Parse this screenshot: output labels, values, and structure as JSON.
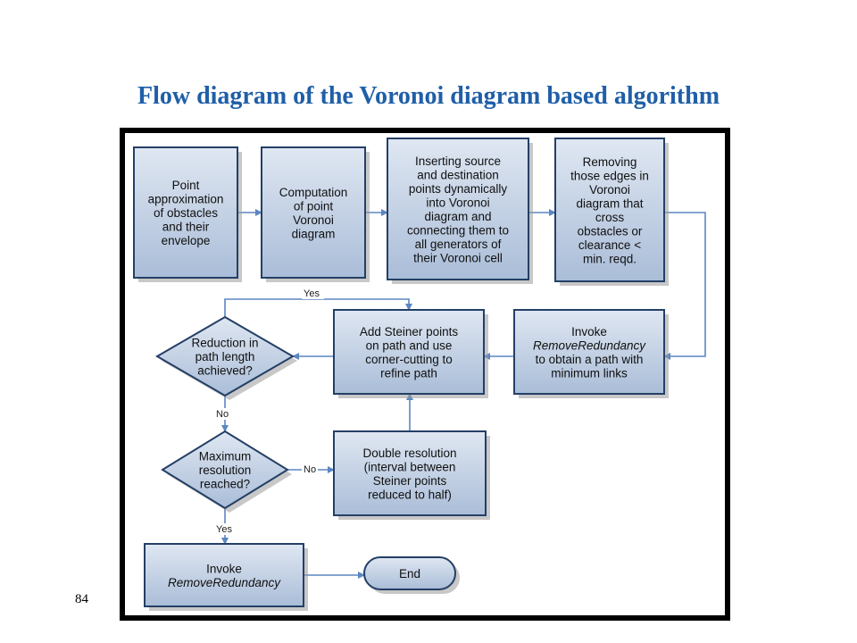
{
  "slide": {
    "title": "Flow diagram of the Voronoi diagram based algorithm",
    "page_number": "84"
  },
  "colors": {
    "title": "#1f5fa8",
    "box_fill_top": "#dfe7f2",
    "box_fill_bottom": "#aabdd8",
    "box_border": "#243f66",
    "arrow": "#5b86c2",
    "frame": "#000000"
  },
  "diagram": {
    "nodes": [
      {
        "id": "point-approx",
        "shape": "rect",
        "lines": [
          "Point",
          "approximation",
          "of obstacles",
          "and their",
          "envelope"
        ]
      },
      {
        "id": "compute-voronoi",
        "shape": "rect",
        "lines": [
          "Computation",
          "of point",
          "Voronoi",
          "diagram"
        ]
      },
      {
        "id": "insert-source",
        "shape": "rect",
        "lines": [
          "Inserting source",
          "and destination",
          "points dynamically",
          "into Voronoi",
          "diagram and",
          "connecting them to",
          "all generators of",
          "their Voronoi cell"
        ]
      },
      {
        "id": "remove-edges",
        "shape": "rect",
        "lines": [
          "Removing",
          "those edges in",
          "Voronoi",
          "diagram that",
          "cross",
          "obstacles or",
          "clearance <",
          "min. reqd."
        ]
      },
      {
        "id": "invoke-remove-1",
        "shape": "rect",
        "lines": [
          "Invoke",
          "RemoveRedundancy",
          "to obtain a path with",
          "minimum links"
        ],
        "italic_line": 1
      },
      {
        "id": "add-steiner",
        "shape": "rect",
        "lines": [
          "Add Steiner points",
          "on path and use",
          "corner-cutting to",
          "refine path"
        ]
      },
      {
        "id": "reduction-decision",
        "shape": "diamond",
        "lines": [
          "Reduction in",
          "path length",
          "achieved?"
        ]
      },
      {
        "id": "max-res-decision",
        "shape": "diamond",
        "lines": [
          "Maximum",
          "resolution",
          "reached?"
        ]
      },
      {
        "id": "double-res",
        "shape": "rect",
        "lines": [
          "Double resolution",
          "(interval between",
          "Steiner points",
          "reduced to half)"
        ]
      },
      {
        "id": "invoke-remove-2",
        "shape": "rect",
        "lines": [
          "Invoke",
          "RemoveRedundancy"
        ],
        "italic_line": 1
      },
      {
        "id": "end",
        "shape": "terminator",
        "lines": [
          "End"
        ]
      }
    ],
    "edges": [
      {
        "from": "point-approx",
        "to": "compute-voronoi",
        "label": ""
      },
      {
        "from": "compute-voronoi",
        "to": "insert-source",
        "label": ""
      },
      {
        "from": "insert-source",
        "to": "remove-edges",
        "label": ""
      },
      {
        "from": "remove-edges",
        "to": "invoke-remove-1",
        "label": ""
      },
      {
        "from": "invoke-remove-1",
        "to": "add-steiner",
        "label": ""
      },
      {
        "from": "add-steiner",
        "to": "reduction-decision",
        "label": ""
      },
      {
        "from": "reduction-decision",
        "to": "add-steiner",
        "label": "Yes"
      },
      {
        "from": "reduction-decision",
        "to": "max-res-decision",
        "label": "No"
      },
      {
        "from": "max-res-decision",
        "to": "double-res",
        "label": "No"
      },
      {
        "from": "double-res",
        "to": "add-steiner",
        "label": ""
      },
      {
        "from": "max-res-decision",
        "to": "invoke-remove-2",
        "label": "Yes"
      },
      {
        "from": "invoke-remove-2",
        "to": "end",
        "label": ""
      }
    ]
  }
}
